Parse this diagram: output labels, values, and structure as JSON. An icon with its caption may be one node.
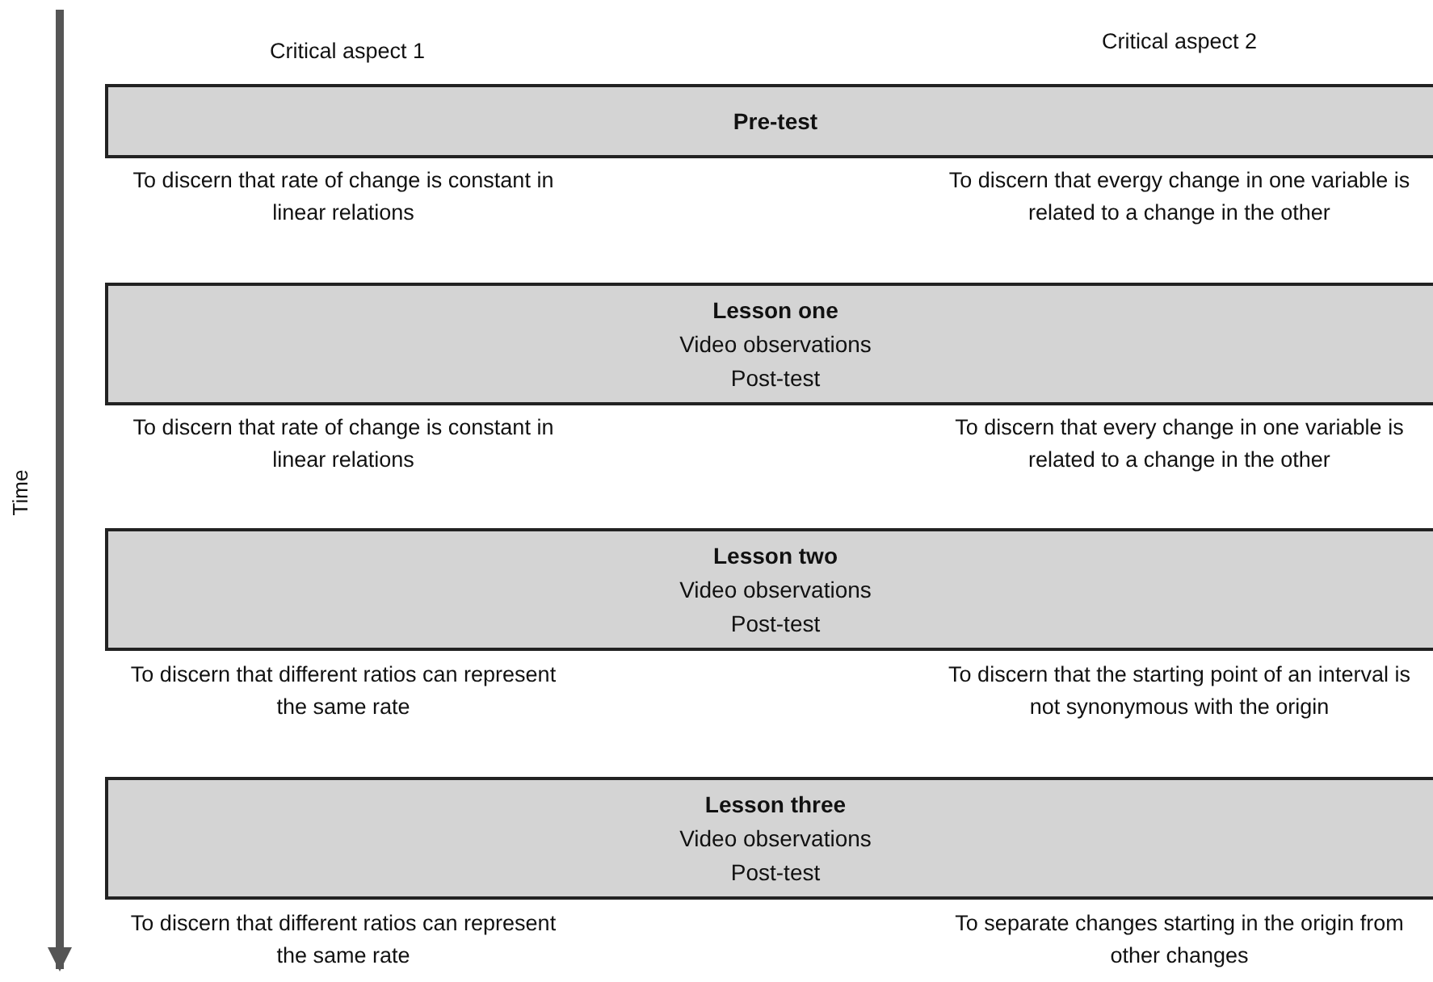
{
  "diagram": {
    "nodes": [
      {
        "text": [
          "Pre-test"
        ]
      },
      {
        "text": [
          "Lesson one",
          "Video observations",
          "Post-test"
        ]
      },
      {
        "text": [
          "Lesson two",
          "Video observations",
          "Post-test"
        ]
      },
      {
        "text": [
          "Lesson three",
          "Video observations",
          "Post-test"
        ]
      }
    ],
    "labels": [
      "Critical aspect 1",
      "Critical aspect 2",
      "Time",
      "To discern that rate of change is constant in linear relations",
      "To discern that evergy change in one variable is related to a change in the other",
      "To discern that rate of change is constant in linear relations",
      "To discern that every change in one variable is related to a change in the other",
      "To discern that different ratios can represent the same rate",
      "To discern that the starting point of an interval is not synonymous with the origin",
      "To discern that different ratios can represent the same rate",
      "To separate changes starting in the origin from other changes"
    ]
  }
}
